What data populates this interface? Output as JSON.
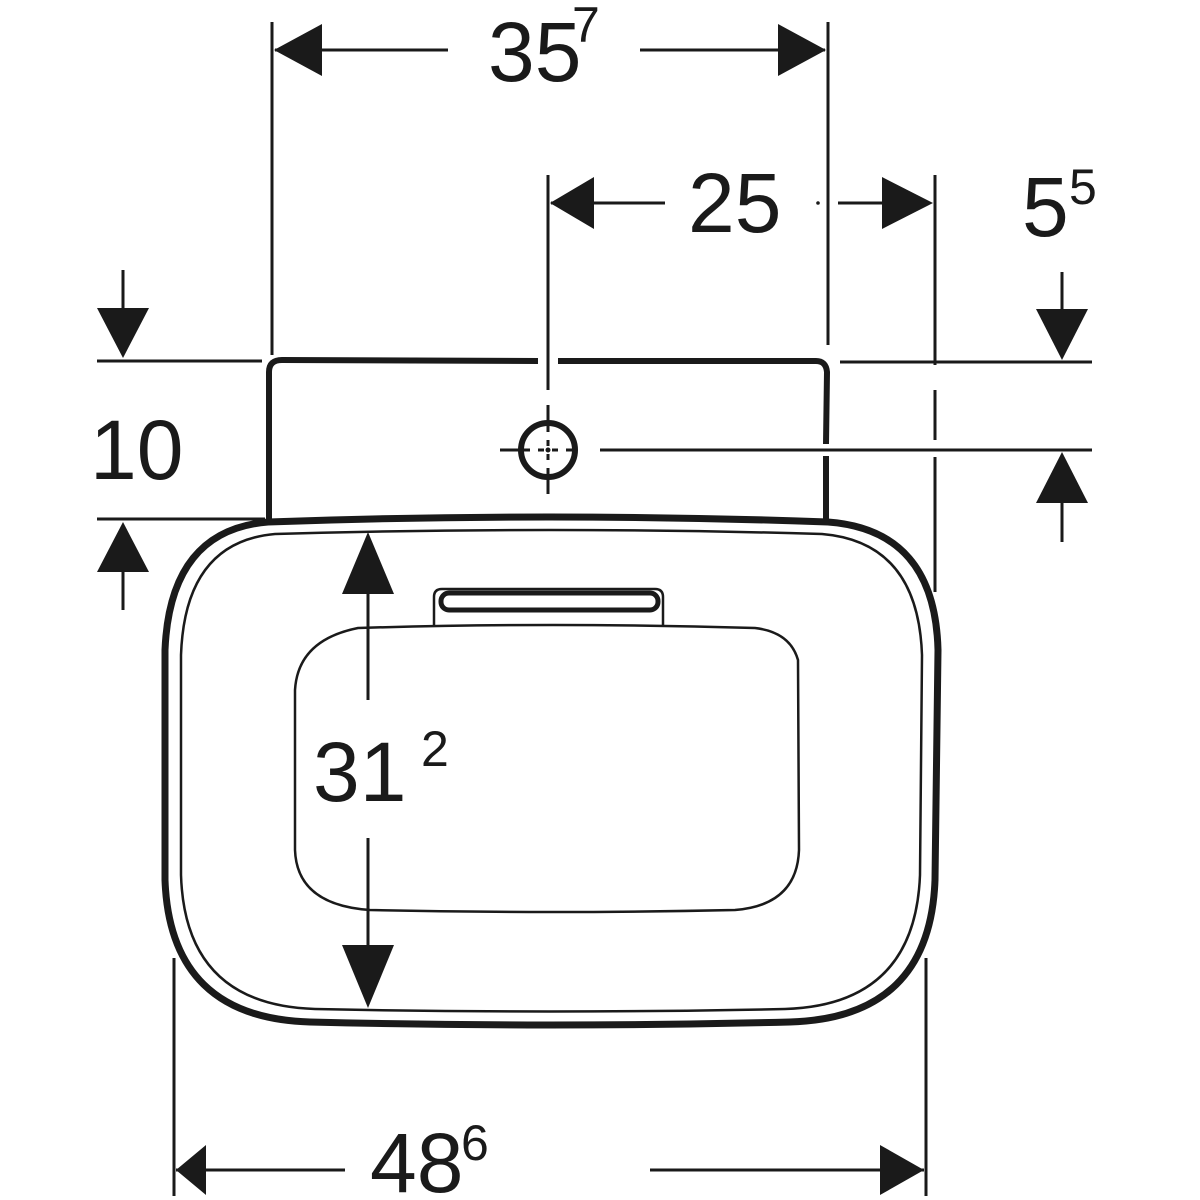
{
  "diagram": {
    "type": "technical-dimension-drawing",
    "subject": "washbasin top view",
    "units_note": "",
    "line_color": "#1a1a1a",
    "background_color": "#ffffff"
  },
  "dimensions": {
    "top_width": {
      "main": "35",
      "sup": "7"
    },
    "tap_hole_offset": {
      "main": "25",
      "sup": ""
    },
    "side_offset": {
      "main": "5",
      "sup": "5"
    },
    "back_depth": {
      "main": "10",
      "sup": ""
    },
    "bowl_depth": {
      "main": "31",
      "sup": "2"
    },
    "overall_width": {
      "main": "48",
      "sup": "6"
    }
  },
  "elements": {
    "tap_hole": "tap-hole-crosshair",
    "overflow": "overflow-slot",
    "basin_bowl": "inner-bowl-outline",
    "back_rim": "rear-ledge",
    "outer_rim": "outer-basin-outline"
  }
}
